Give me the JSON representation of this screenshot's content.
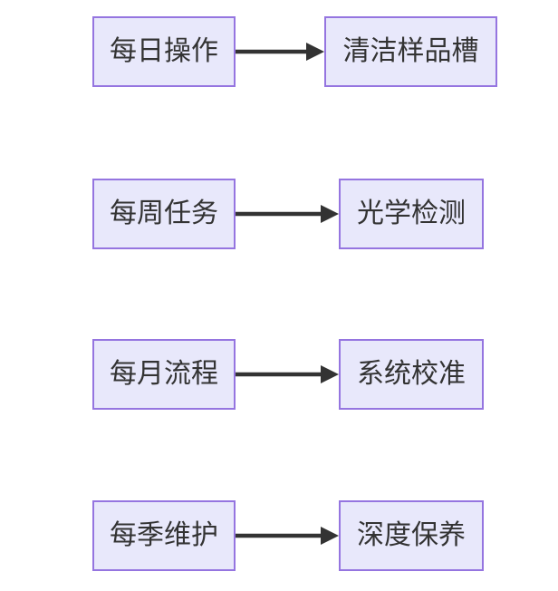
{
  "diagram": {
    "type": "flowchart",
    "orientation": "left-to-right",
    "background_color": "#ffffff",
    "node_fill_color": "#e8e8fb",
    "node_border_color": "#9575e0",
    "node_text_color": "#333333",
    "edge_color": "#333333",
    "rows": [
      {
        "source": "每日操作",
        "target": "清洁样品槽",
        "edge_marker": "arrowhead-right"
      },
      {
        "source": "每周任务",
        "target": "光学检测",
        "edge_marker": "arrowhead-right"
      },
      {
        "source": "每月流程",
        "target": "系统校准",
        "edge_marker": "arrowhead-right"
      },
      {
        "source": "每季维护",
        "target": "深度保养",
        "edge_marker": "arrowhead-right"
      }
    ]
  }
}
